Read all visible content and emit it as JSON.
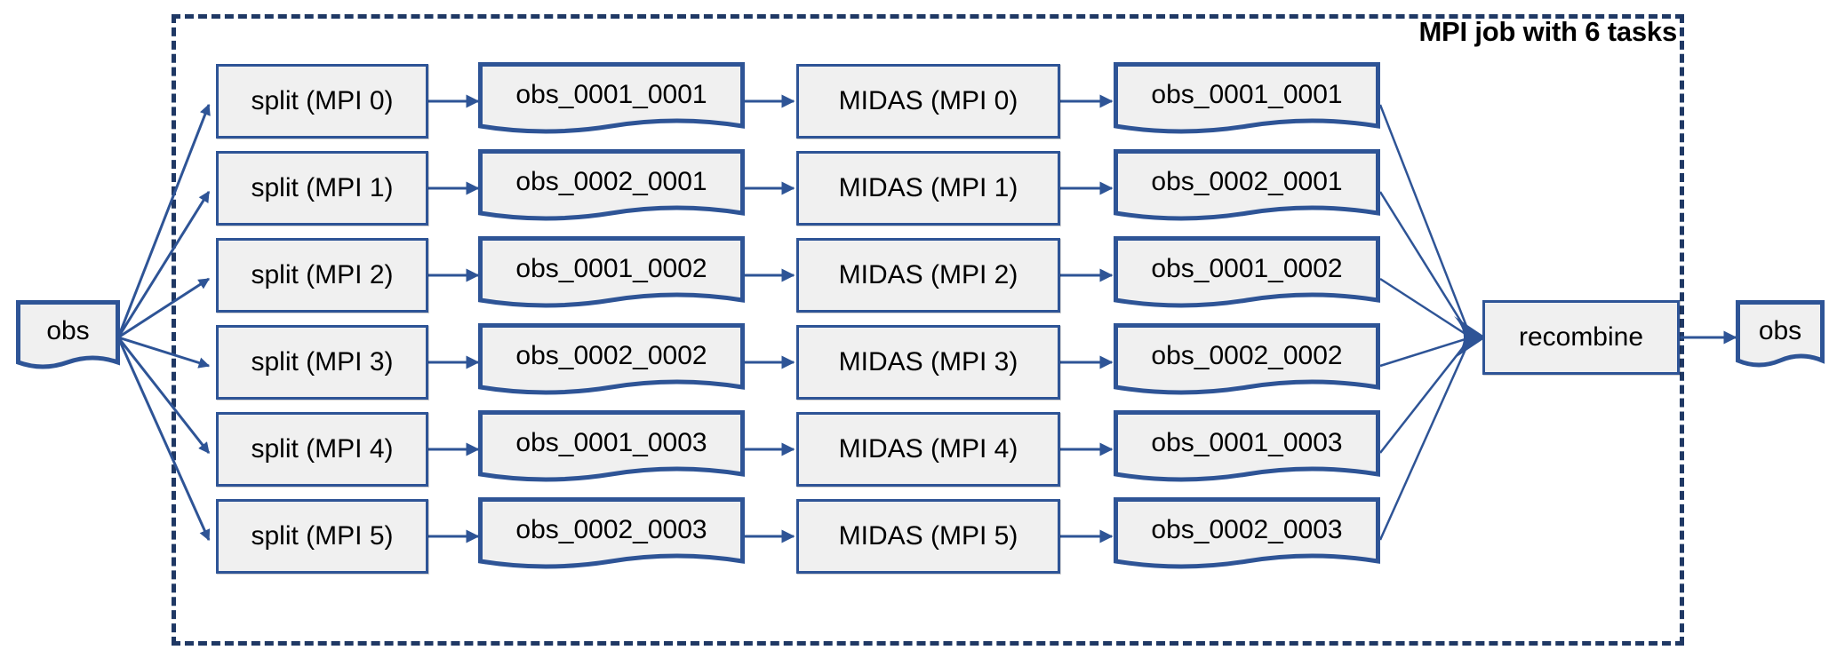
{
  "diagram": {
    "title": "MPI job with 6 tasks",
    "colors": {
      "node_border": "#2e5496",
      "node_fill": "#f0f0f0",
      "frame_border": "#1f3864",
      "edge": "#2e5496",
      "text": "#000000"
    },
    "input": {
      "label": "obs"
    },
    "output": {
      "label": "obs"
    },
    "recombine": {
      "label": "recombine"
    },
    "rows": [
      {
        "split": "split (MPI 0)",
        "in_file": "obs_0001_0001",
        "midas": "MIDAS (MPI 0)",
        "out_file": "obs_0001_0001"
      },
      {
        "split": "split (MPI 1)",
        "in_file": "obs_0002_0001",
        "midas": "MIDAS (MPI 1)",
        "out_file": "obs_0002_0001"
      },
      {
        "split": "split (MPI 2)",
        "in_file": "obs_0001_0002",
        "midas": "MIDAS (MPI 2)",
        "out_file": "obs_0001_0002"
      },
      {
        "split": "split (MPI 3)",
        "in_file": "obs_0002_0002",
        "midas": "MIDAS (MPI 3)",
        "out_file": "obs_0002_0002"
      },
      {
        "split": "split (MPI 4)",
        "in_file": "obs_0001_0003",
        "midas": "MIDAS (MPI 4)",
        "out_file": "obs_0001_0003"
      },
      {
        "split": "split (MPI 5)",
        "in_file": "obs_0002_0003",
        "midas": "MIDAS (MPI 5)",
        "out_file": "obs_0002_0003"
      }
    ]
  }
}
